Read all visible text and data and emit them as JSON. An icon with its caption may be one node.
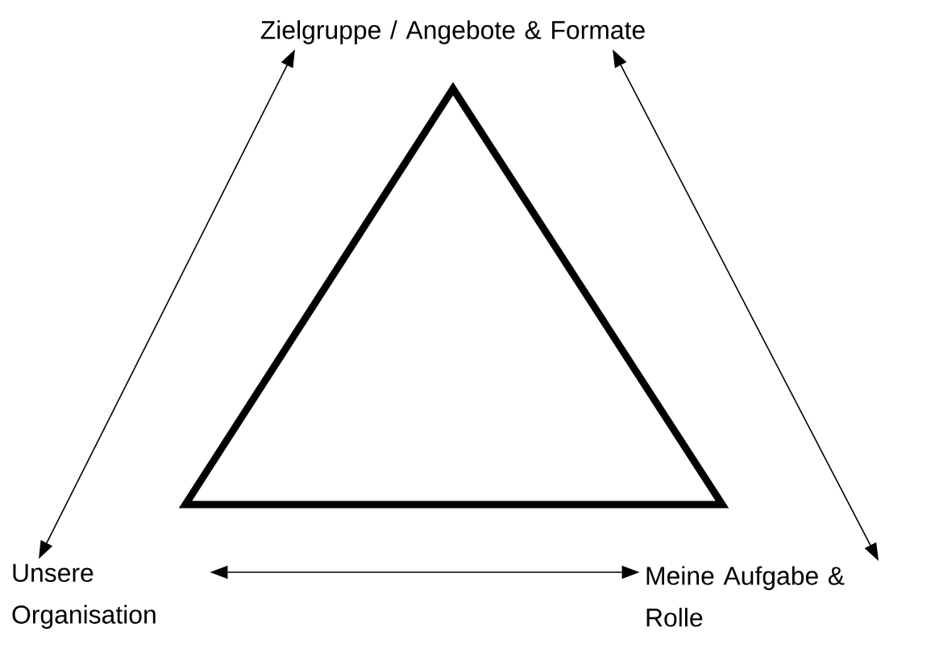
{
  "diagram": {
    "nodes": [
      {
        "text": [
          "Zielgruppe / Angebote & Formate"
        ]
      },
      {
        "text": [
          "Unsere Organisation"
        ]
      },
      {
        "text": [
          "Meine Aufgabe & Rolle"
        ]
      }
    ],
    "edges": [
      {
        "from": 0,
        "to": 1,
        "arrow": "both"
      },
      {
        "from": 0,
        "to": 2,
        "arrow": "both"
      },
      {
        "from": 1,
        "to": 2,
        "arrow": "both"
      }
    ]
  }
}
